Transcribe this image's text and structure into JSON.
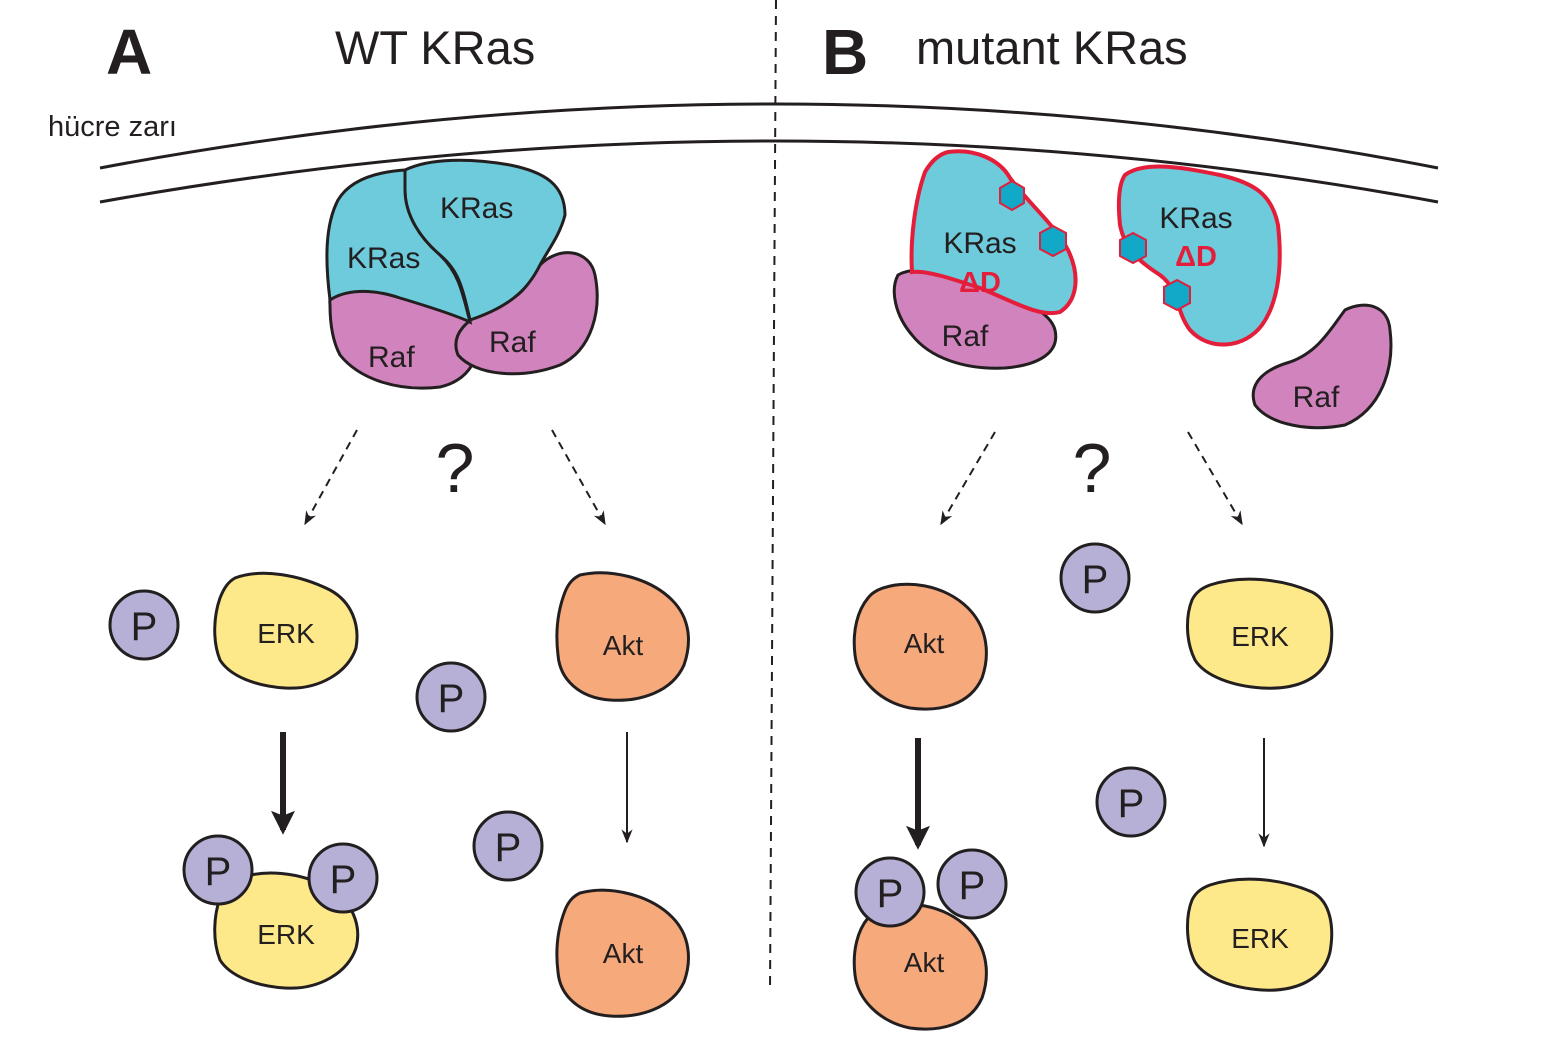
{
  "membrane_label": "hücre zarı",
  "panel_a": {
    "letter": "A",
    "title": "WT KRas",
    "kras_labels": [
      "KRas",
      "KRas"
    ],
    "raf_labels": [
      "Raf",
      "Raf"
    ],
    "question": "?",
    "left_kinase": "ERK",
    "right_kinase": "Akt",
    "left_product": "ERK",
    "right_product": "Akt",
    "phosphate": "P"
  },
  "panel_b": {
    "letter": "B",
    "title": "mutant KRas",
    "kras_labels": [
      "KRas",
      "KRas"
    ],
    "mutation_labels": [
      "ΔD",
      "ΔD"
    ],
    "raf_labels": [
      "Raf",
      "Raf"
    ],
    "question": "?",
    "left_kinase": "Akt",
    "right_kinase": "ERK",
    "left_product": "Akt",
    "right_product": "ERK",
    "phosphate": "P"
  },
  "colors": {
    "kras": "#6dcbdb",
    "raf": "#d083bc",
    "erk": "#fde98a",
    "akt": "#f6a97b",
    "phosphate": "#b7b0d6",
    "mutation": "#e41e3a",
    "mutation_site": "#12a8c8",
    "ink": "#231f20"
  }
}
